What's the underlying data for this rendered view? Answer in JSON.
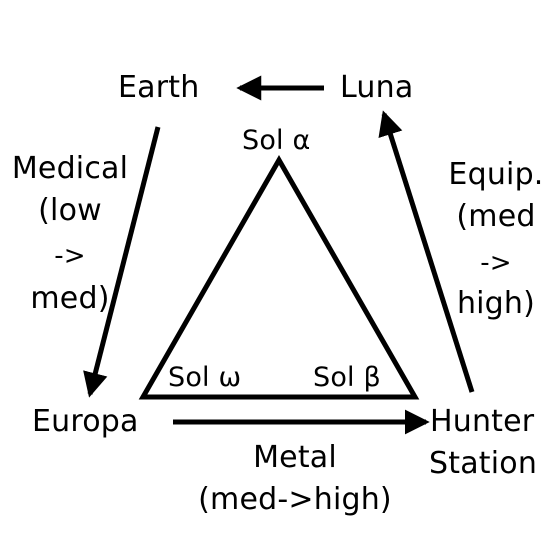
{
  "nodes": {
    "earth": "Earth",
    "luna": "Luna",
    "europa": "Europa",
    "hunter_line1": "Hunter",
    "hunter_line2": "Station"
  },
  "triangle": {
    "top": "Sol α",
    "bottom_left": "Sol ω",
    "bottom_right": "Sol β"
  },
  "edges": {
    "medical": [
      "Medical",
      "(low",
      "->",
      "med)"
    ],
    "equip": [
      "Equip.",
      "(med",
      "->",
      "high)"
    ],
    "metal": [
      "Metal",
      "(med->high)"
    ]
  },
  "colors": {
    "ink": "#000000",
    "background": "#ffffff"
  }
}
